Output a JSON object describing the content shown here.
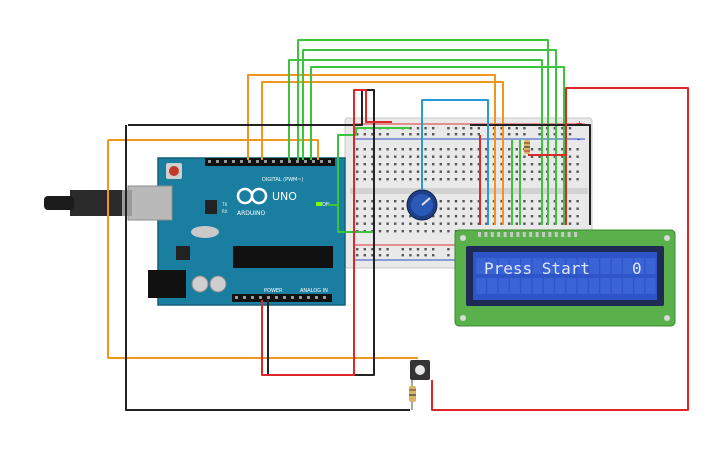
{
  "arduino": {
    "brand_text": "ARDUINO",
    "model_text": "UNO",
    "digital_header_label": "DIGITAL (PWM~)",
    "power_header_label": "POWER",
    "analog_header_label": "ANALOG IN",
    "on_led_label": "ON",
    "tx_label": "TX",
    "rx_label": "RX"
  },
  "lcd": {
    "display_text": "Press Start",
    "counter_text": "0"
  },
  "breadboard": {
    "plus_label": "+",
    "minus_label": "-"
  },
  "colors": {
    "orange_wire": "#f0961e",
    "green_wire": "#3cc43c",
    "red_wire": "#dc2828",
    "black_wire": "#222222",
    "blue_wire": "#2a9ad6",
    "arduino_pcb": "#1a7ea0",
    "lcd_pcb": "#5ab04a",
    "lcd_screen": "#2e55c8"
  }
}
